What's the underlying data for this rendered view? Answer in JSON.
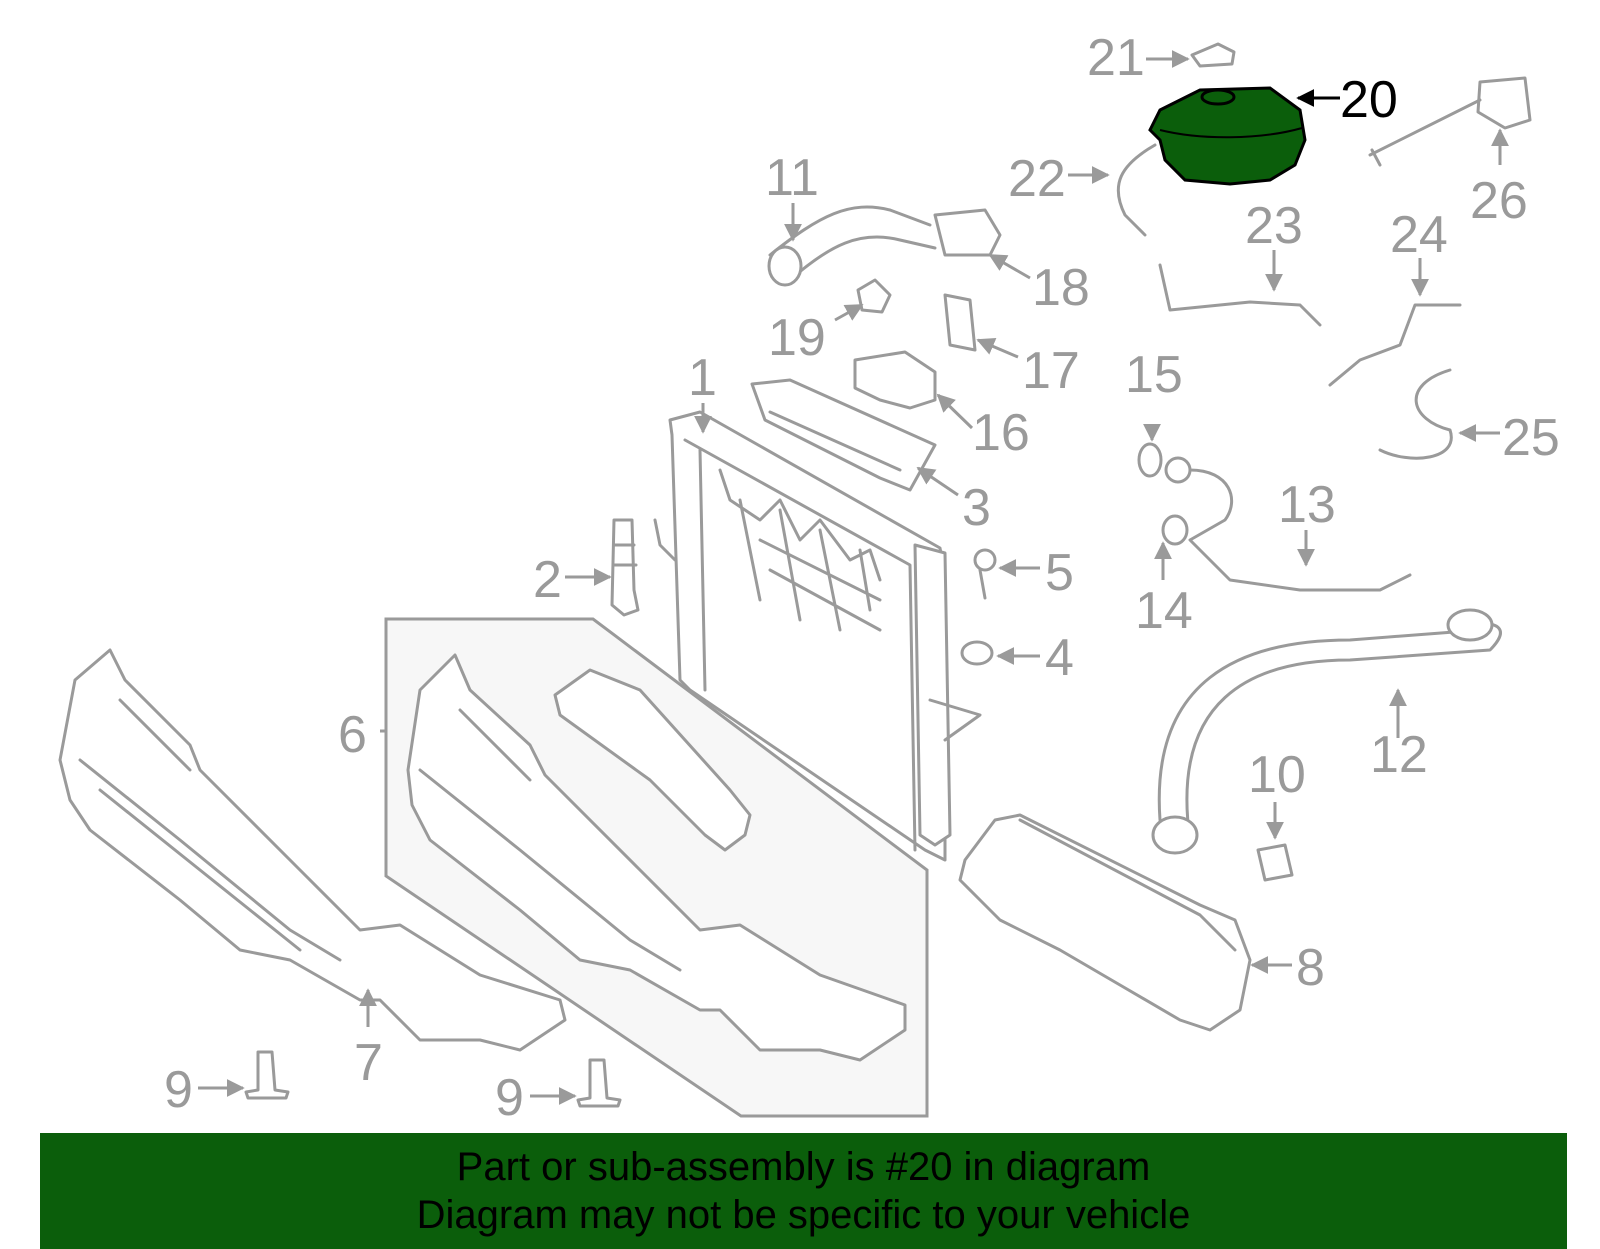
{
  "colors": {
    "banner_bg": "#0b5e0b",
    "highlight_fill": "#0b5e0b",
    "part_stroke": "#9a9a9a",
    "highlight_label": "#000000"
  },
  "highlighted_part": "20",
  "labels": {
    "p1": "1",
    "p2": "2",
    "p3": "3",
    "p4": "4",
    "p5": "5",
    "p6": "6",
    "p7": "7",
    "p8": "8",
    "p9a": "9",
    "p9b": "9",
    "p10": "10",
    "p11": "11",
    "p12": "12",
    "p13": "13",
    "p14": "14",
    "p15": "15",
    "p16": "16",
    "p17": "17",
    "p18": "18",
    "p19": "19",
    "p20": "20",
    "p21": "21",
    "p22": "22",
    "p23": "23",
    "p24": "24",
    "p25": "25",
    "p26": "26"
  },
  "banner": {
    "line1": "Part or sub-assembly is #20 in diagram",
    "line2": "Diagram may not be specific to your vehicle"
  }
}
